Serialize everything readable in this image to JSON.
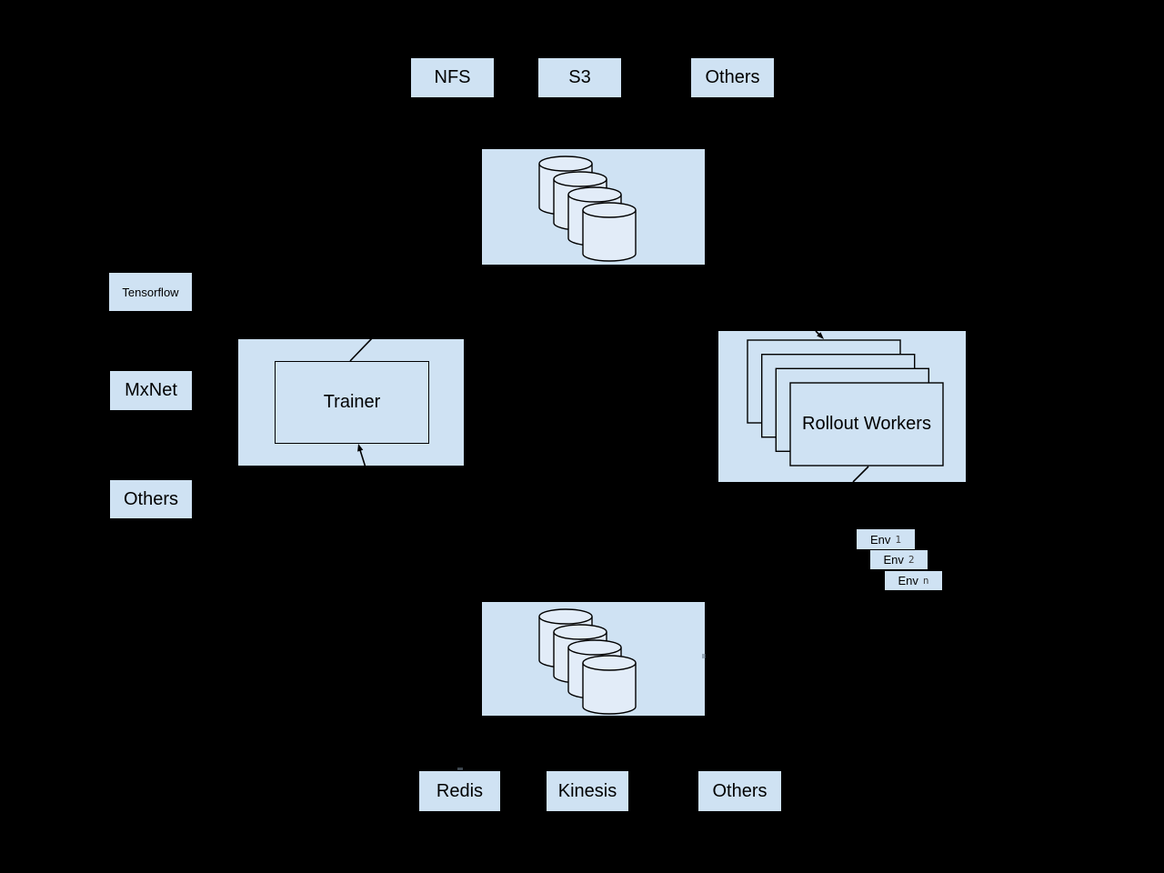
{
  "colors": {
    "background": "#000000",
    "box_fill": "#cfe2f3",
    "cylinder_fill": "#e2ecf8",
    "line": "#000000"
  },
  "top_row": {
    "items": [
      "NFS",
      "S3",
      "Others"
    ]
  },
  "left_column": {
    "items": [
      "Tensorflow",
      "MxNet",
      "Others"
    ]
  },
  "trainer": {
    "label": "Trainer"
  },
  "rollout_workers": {
    "label": "Rollout Workers"
  },
  "env_stack": {
    "items": [
      {
        "name": "Env",
        "id": "1"
      },
      {
        "name": "Env",
        "id": "2"
      },
      {
        "name": "Env",
        "id": "n"
      }
    ]
  },
  "bottom_row": {
    "items": [
      "Redis",
      "Kinesis",
      "Others"
    ]
  }
}
